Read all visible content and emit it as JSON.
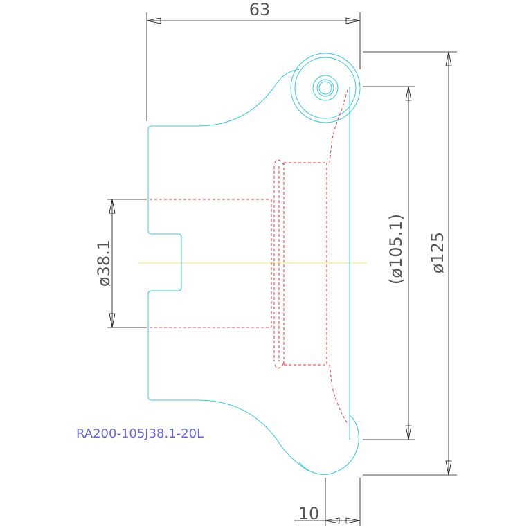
{
  "dimensions": {
    "width_top": "63",
    "bore_dia": "ø38.1",
    "pitch_dia": "(ø105.1)",
    "outer_dia": "ø125",
    "offset_bottom": "10"
  },
  "part_number": "RA200-105J38.1-20L",
  "colors": {
    "outline": "#33ccdd",
    "hidden": "#ee3333",
    "dimension": "#111111",
    "dimension_text": "#555555",
    "centerline": "#eeee66",
    "part_label": "#6666dd"
  }
}
